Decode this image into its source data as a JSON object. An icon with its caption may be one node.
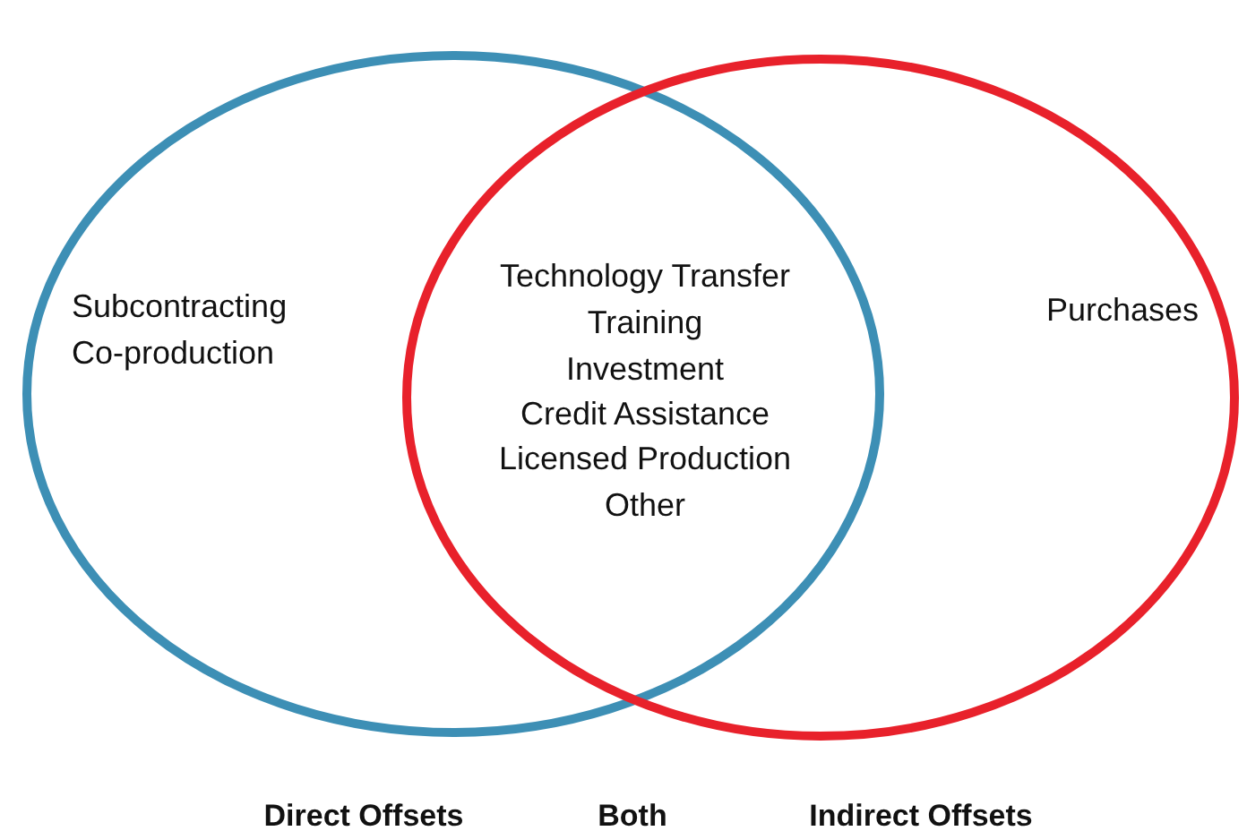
{
  "diagram": {
    "nodes": [
      {
        "text": [
          "Subcontracting",
          "Co-production"
        ]
      },
      {
        "text": [
          "Purchases"
        ]
      }
    ],
    "labels": [
      "Technology Transfer",
      "Training",
      "Investment",
      "Credit Assistance",
      "Licensed Production",
      "Other",
      "Direct Offsets",
      "Both",
      "Indirect Offsets"
    ]
  }
}
